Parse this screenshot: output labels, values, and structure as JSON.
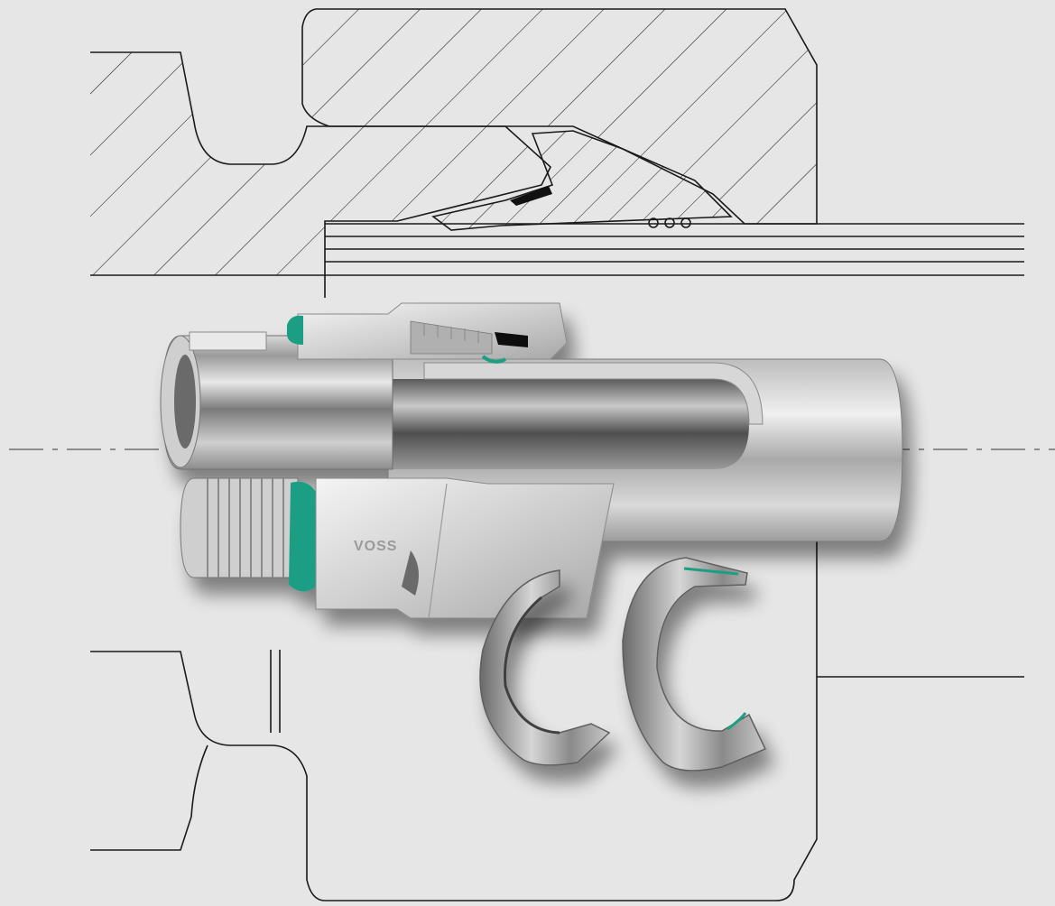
{
  "illustration": {
    "logo_text": "VOSS",
    "colors": {
      "background": "#e6e6e6",
      "line": "#1a1a1a",
      "seal_green": "#1f9e84",
      "metal_light": "#f2f2f2",
      "metal_mid": "#bdbdbd",
      "metal_dark": "#6f6f6f"
    },
    "parts": [
      "fitting-body-cross-section",
      "union-nut",
      "tube",
      "cutting-ring",
      "sealing-ring"
    ]
  }
}
